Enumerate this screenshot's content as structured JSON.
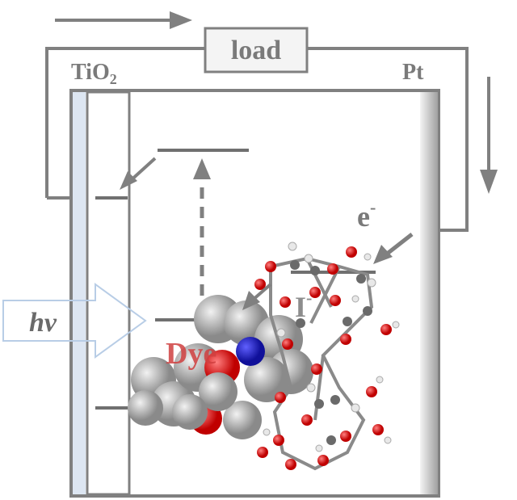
{
  "labels": {
    "load": "load",
    "tio2": "TiO",
    "tio2_sub": "2",
    "pt": "Pt",
    "electron": "e",
    "electron_sup": "-",
    "light": "hv",
    "dye": "Dye",
    "iodide": "I",
    "iodide_sup": "-"
  },
  "colors": {
    "line": "#808080",
    "oxygen": "#e01010",
    "nitrogen": "#1a1ad0",
    "carbon": "#7a7a7a",
    "hydrogen": "#e6e6e6",
    "dye_label": "#d04040",
    "light_arrow": "#b8cde6"
  }
}
